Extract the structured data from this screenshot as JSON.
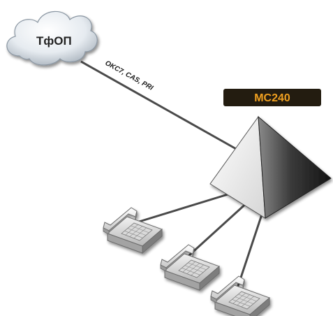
{
  "network": {
    "label": "ТфОП"
  },
  "trunk": {
    "label": "OKC7, CAS, PRI"
  },
  "device": {
    "label": "MC240"
  },
  "colors": {
    "device_label_bg": "#231c10",
    "device_label_text": "#f0a020",
    "line": "#4a4a4a"
  },
  "icons": {
    "cloud": "cloud-icon",
    "exchange": "pyramid-icon",
    "phone": "desk-phone-icon"
  }
}
